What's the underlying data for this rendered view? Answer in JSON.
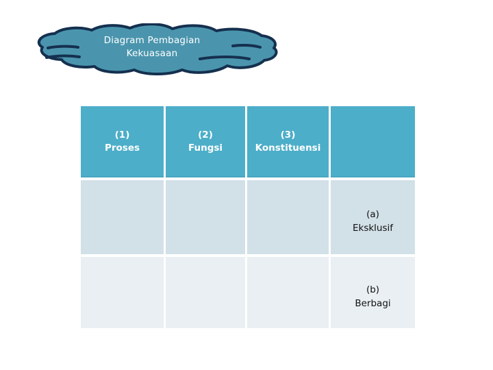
{
  "slide": {
    "background_color": "#ffffff"
  },
  "callout": {
    "shape": "cloud",
    "title": "Diagram Pembagian\nKekuasaan",
    "fill_color": "#4a95ad",
    "outline_color": "#15304f",
    "text_color": "#ffffff"
  },
  "table": {
    "columns": 4,
    "header_fill": "#4caec9",
    "header_text_color": "#ffffff",
    "row_a_fill": "#d2e0e7",
    "row_b_fill": "#e9eff2",
    "body_text_color": "#111111",
    "header": [
      "(1)\nProses",
      "(2)\nFungsi",
      "(3)\nKonstituensi",
      ""
    ],
    "rows": [
      {
        "name": "row-eksklusif",
        "cells": [
          "",
          "",
          "",
          "(a)\nEksklusif"
        ]
      },
      {
        "name": "row-berbagi",
        "cells": [
          "",
          "",
          "",
          "(b)\nBerbagi"
        ]
      }
    ]
  }
}
